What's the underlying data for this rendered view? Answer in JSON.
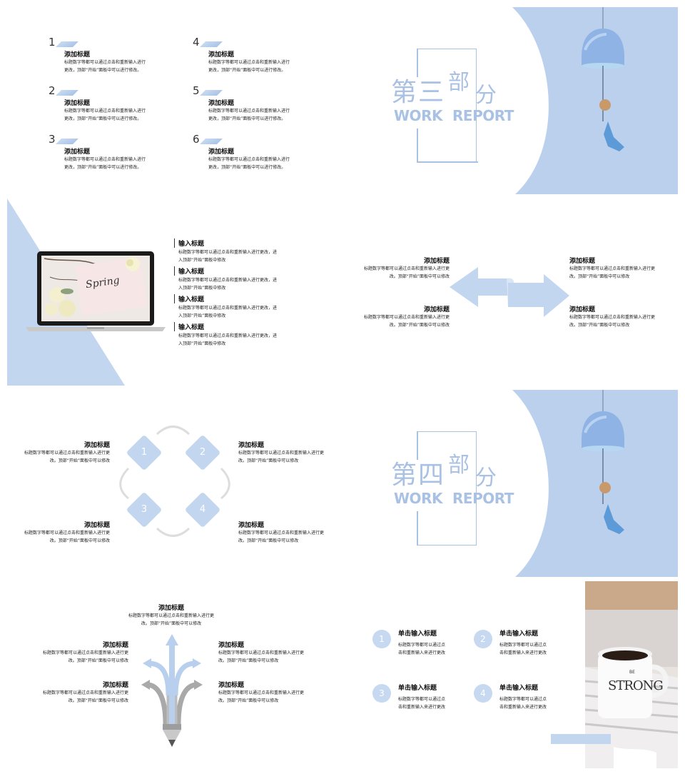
{
  "colors": {
    "accent": "#b9cfec",
    "accent_dark": "#a9c1e3",
    "text": "#222222"
  },
  "slide1": {
    "items": [
      {
        "num": "1",
        "title": "添加标题",
        "body1": "标题数字等都可以通过点击和重新输入进行",
        "body2": "更改，顶部“开始”面板中可以进行修改。"
      },
      {
        "num": "2",
        "title": "添加标题",
        "body1": "标题数字等都可以通过点击和重新输入进行",
        "body2": "更改，顶部“开始”面板中可以进行修改。"
      },
      {
        "num": "3",
        "title": "添加标题",
        "body1": "标题数字等都可以通过点击和重新输入进行",
        "body2": "更改，顶部“开始”面板中可以进行修改。"
      },
      {
        "num": "4",
        "title": "添加标题",
        "body1": "标题数字等都可以通过点击和重新输入进行",
        "body2": "更改，顶部“开始”面板中可以进行修改。"
      },
      {
        "num": "5",
        "title": "添加标题",
        "body1": "标题数字等都可以通过点击和重新输入进行",
        "body2": "更改，顶部“开始”面板中可以进行修改。"
      },
      {
        "num": "6",
        "title": "添加标题",
        "body1": "标题数字等都可以通过点击和重新输入进行",
        "body2": "更改，顶部“开始”面板中可以进行修改。"
      }
    ]
  },
  "slide2": {
    "c1": "第",
    "c2": "三",
    "c3": "部",
    "c4": "分",
    "work": "WORK",
    "report": "REPORT"
  },
  "slide3": {
    "laptop_text": "Spring",
    "items": [
      {
        "title": "输入标题",
        "body1": "标题数字等都可以通过点击和重新输入进行更改，进",
        "body2": "入顶部“开始”面板中修改"
      },
      {
        "title": "输入标题",
        "body1": "标题数字等都可以通过点击和重新输入进行更改，进",
        "body2": "入顶部“开始”面板中修改"
      },
      {
        "title": "输入标题",
        "body1": "标题数字等都可以通过点击和重新输入进行更改，进",
        "body2": "入顶部“开始”面板中修改"
      },
      {
        "title": "输入标题",
        "body1": "标题数字等都可以通过点击和重新输入进行更改，进",
        "body2": "入顶部“开始”面板中修改"
      }
    ]
  },
  "slide4": {
    "items": [
      {
        "title": "添加标题",
        "body1": "标题数字等都可以通过点击和重新输入进行更",
        "body2": "改。顶部“开始”面板中可以修改"
      },
      {
        "title": "添加标题",
        "body1": "标题数字等都可以通过点击和重新输入进行更",
        "body2": "改。顶部“开始”面板中可以修改"
      },
      {
        "title": "添加标题",
        "body1": "标题数字等都可以通过点击和重新输入进行更",
        "body2": "改。顶部“开始”面板中可以修改"
      },
      {
        "title": "添加标题",
        "body1": "标题数字等都可以通过点击和重新输入进行更",
        "body2": "改。顶部“开始”面板中可以修改"
      }
    ]
  },
  "slide5": {
    "nums": [
      "1",
      "2",
      "3",
      "4"
    ],
    "items": [
      {
        "title": "添加标题",
        "body1": "标题数字等都可以通过点击和重新输入进行更",
        "body2": "改。顶部“开始”面板中可以修改"
      },
      {
        "title": "添加标题",
        "body1": "标题数字等都可以通过点击和重新输入进行更",
        "body2": "改。顶部“开始”面板中可以修改"
      },
      {
        "title": "添加标题",
        "body1": "标题数字等都可以通过点击和重新输入进行更",
        "body2": "改。顶部“开始”面板中可以修改"
      },
      {
        "title": "添加标题",
        "body1": "标题数字等都可以通过点击和重新输入进行更",
        "body2": "改。顶部“开始”面板中可以修改"
      }
    ]
  },
  "slide6": {
    "c1": "第",
    "c2": "四",
    "c3": "部",
    "c4": "分",
    "work": "WORK",
    "report": "REPORT"
  },
  "slide7": {
    "items": [
      {
        "title": "添加标题",
        "body1": "标题数字等都可以通过点击和重新输入进行更",
        "body2": "改。顶部“开始”面板中可以修改"
      },
      {
        "title": "添加标题",
        "body1": "标题数字等都可以通过点击和重新输入进行更",
        "body2": "改。顶部“开始”面板中可以修改"
      },
      {
        "title": "添加标题",
        "body1": "标题数字等都可以通过点击和重新输入进行更",
        "body2": "改。顶部“开始”面板中可以修改"
      },
      {
        "title": "添加标题",
        "body1": "标题数字等都可以通过点击和重新输入进行更",
        "body2": "改。顶部“开始”面板中可以修改"
      },
      {
        "title": "添加标题",
        "body1": "标题数字等都可以通过点击和重新输入进行更",
        "body2": "改。顶部“开始”面板中可以修改"
      }
    ]
  },
  "slide8": {
    "mug_text": "STRONG",
    "mug_small": "BE",
    "items": [
      {
        "num": "1",
        "title": "单击输入标题",
        "body1": "标题数字等都可以通过点",
        "body2": "击和重新输入来进行更改"
      },
      {
        "num": "2",
        "title": "单击输入标题",
        "body1": "标题数字等都可以通过点",
        "body2": "击和重新输入来进行更改"
      },
      {
        "num": "3",
        "title": "单击输入标题",
        "body1": "标题数字等都可以通过点",
        "body2": "击和重新输入来进行更改"
      },
      {
        "num": "4",
        "title": "单击输入标题",
        "body1": "标题数字等都可以通过点",
        "body2": "击和重新输入来进行更改"
      }
    ]
  }
}
